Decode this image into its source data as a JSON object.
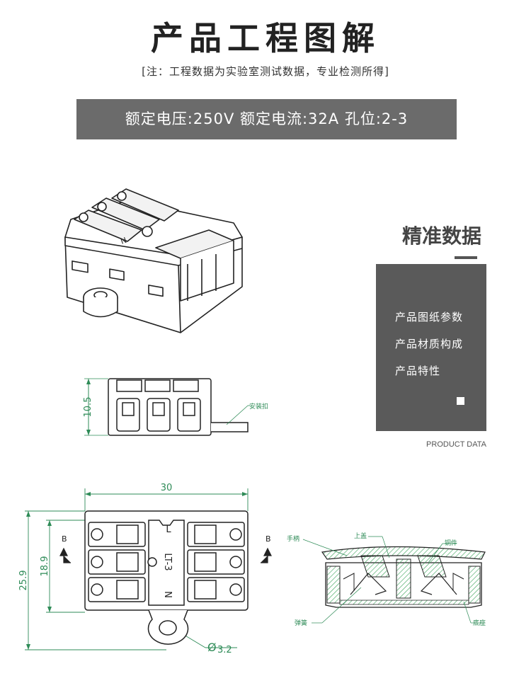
{
  "header": {
    "title": "产品工程图解",
    "note": "[注：工程数据为实验室测试数据，专业检测所得]"
  },
  "spec_bar": {
    "text": "额定电压:250V 额定电流:32A 孔位:2-3"
  },
  "side_panel": {
    "title": "精准数据",
    "items": [
      "产品图纸参数",
      "产品材质构成",
      "产品特性"
    ],
    "footer": "PRODUCT DATA"
  },
  "drawings": {
    "side_view": {
      "height_dim": "10.5",
      "callout_mount": "安装扣"
    },
    "top_view": {
      "width_dim": "30",
      "total_height_dim": "25.9",
      "body_height_dim": "18.9",
      "hole_dim": "3.2",
      "hole_symbol": "Ø",
      "section_mark": "B",
      "model_label": "LT-3",
      "marker_top": "L",
      "marker_bottom": "N"
    },
    "section_view": {
      "labels": {
        "handle": "手柄",
        "cover": "上盖",
        "copper": "铜件",
        "spring": "弹簧",
        "base": "底座"
      }
    }
  },
  "colors": {
    "spec_bar_bg": "#6b6b6b",
    "side_box_bg": "#5a5a5a",
    "dimension_green": "#2e8b57",
    "hatch_green": "#3aa35a"
  }
}
